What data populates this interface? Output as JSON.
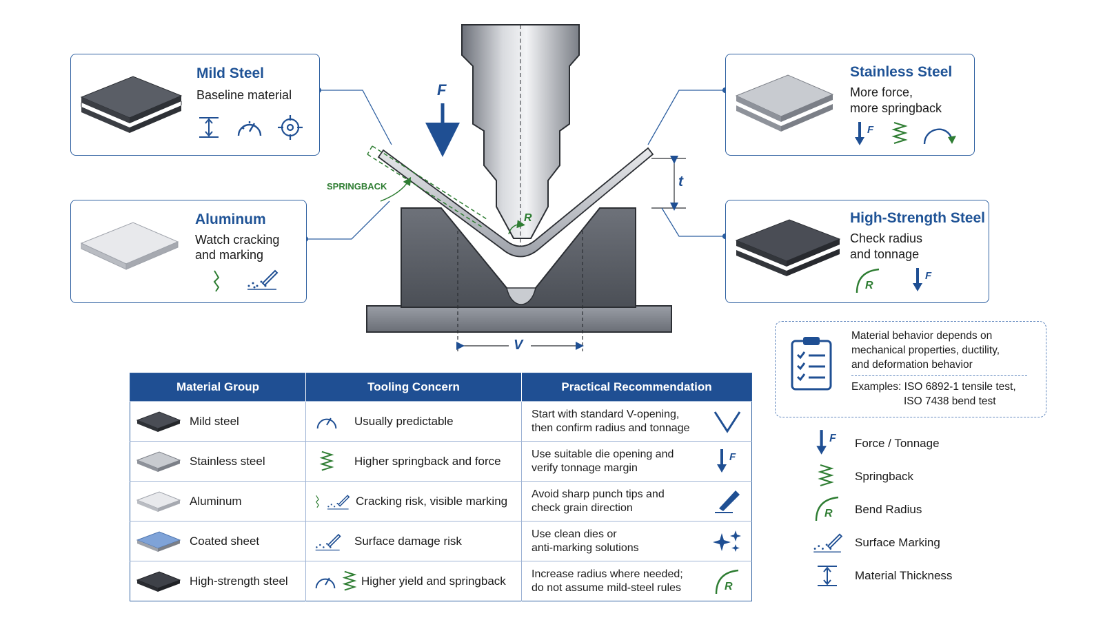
{
  "diagram": {
    "force_label": "F",
    "springback_label": "SPRINGBACK",
    "radius_label": "R",
    "thickness_label": "t",
    "opening_label": "V"
  },
  "cards": [
    {
      "title": "Mild Steel",
      "desc": [
        "Baseline material"
      ],
      "icons": [
        "thickness-icon",
        "gauge-icon",
        "target-icon"
      ]
    },
    {
      "title": "Aluminum",
      "desc": [
        "Watch cracking",
        "and marking"
      ],
      "icons": [
        "crack-icon",
        "surface-marking-icon"
      ]
    },
    {
      "title": "Stainless Steel",
      "desc": [
        "More force,",
        "more springback"
      ],
      "icons": [
        "force-arrow-icon",
        "spring-icon",
        "curved-arrow-icon"
      ]
    },
    {
      "title": "High-Strength Steel",
      "desc": [
        "Check radius",
        "and tonnage"
      ],
      "icons": [
        "radius-icon",
        "force-arrow-icon"
      ]
    }
  ],
  "note": {
    "lines": [
      "Material behavior depends on",
      "mechanical properties, ductility,",
      "and deformation behavior"
    ],
    "examples": [
      "Examples: ISO 6892-1 tensile test,",
      "ISO 7438 bend test"
    ]
  },
  "table": {
    "headers": [
      "Material Group",
      "Tooling Concern",
      "Practical Recommendation"
    ],
    "rows": [
      {
        "material": "Mild steel",
        "concern": "Usually predictable",
        "rec1": "Start with standard V-opening,",
        "rec2": "then confirm radius and tonnage",
        "plate_color": "#4a4d55"
      },
      {
        "material": "Stainless steel",
        "concern": "Higher springback and force",
        "rec1": "Use suitable die opening and",
        "rec2": "verify tonnage margin",
        "plate_color": "#b9bcc2"
      },
      {
        "material": "Aluminum",
        "concern": "Cracking risk, visible marking",
        "rec1": "Avoid sharp punch tips and",
        "rec2": "check grain direction",
        "plate_color": "#e3e4e7"
      },
      {
        "material": "Coated sheet",
        "concern": "Surface damage risk",
        "rec1": "Use clean dies or",
        "rec2": "anti-marking solutions",
        "plate_color": "#7fa3d8"
      },
      {
        "material": "High-strength steel",
        "concern": "Higher yield and springback",
        "rec1": "Increase radius where needed;",
        "rec2": "do not assume mild-steel rules",
        "plate_color": "#3e4148"
      }
    ]
  },
  "legend": [
    {
      "label": "Force / Tonnage",
      "icon": "force-arrow-icon"
    },
    {
      "label": "Springback",
      "icon": "spring-icon"
    },
    {
      "label": "Bend Radius",
      "icon": "radius-icon"
    },
    {
      "label": "Surface Marking",
      "icon": "surface-marking-icon"
    },
    {
      "label": "Material Thickness",
      "icon": "thickness-icon"
    }
  ],
  "colors": {
    "accent": "#1f4f93",
    "green": "#2e7d32",
    "steel": "#8a8e96"
  }
}
